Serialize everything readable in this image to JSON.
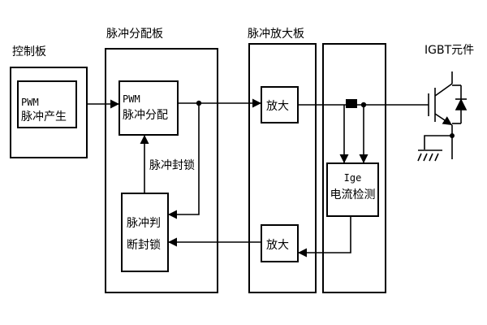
{
  "titles": {
    "control_board": "控制板",
    "pulse_dist_board": "脉冲分配板",
    "pulse_amp_board": "脉冲放大板",
    "igbt": "IGBT元件"
  },
  "blocks": {
    "pwm_gen": {
      "line1": "PWM",
      "line2": "脉冲产生"
    },
    "pwm_dist": {
      "line1": "PWM",
      "line2": "脉冲分配"
    },
    "amp_top": "放大",
    "amp_bottom": "放大",
    "ige_detect": {
      "line1": "Ige",
      "line2": "电流检测"
    },
    "lock_judge": {
      "line1": "脉冲判",
      "line2": "断封锁"
    }
  },
  "annotations": {
    "pulse_lock": "脉冲封锁"
  }
}
